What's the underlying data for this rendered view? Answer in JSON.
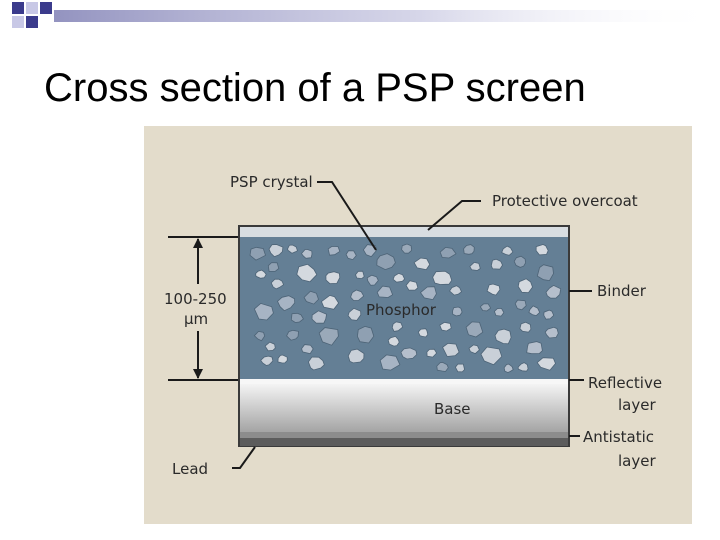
{
  "slide": {
    "title": "Cross section of a PSP screen"
  },
  "diagram": {
    "labels": {
      "psp_crystal": "PSP crystal",
      "protective_overcoat": "Protective overcoat",
      "thickness_value": "100-250",
      "thickness_unit": "μm",
      "binder": "Binder",
      "phosphor": "Phosphor",
      "reflective_layer_line1": "Reflective",
      "reflective_layer_line2": "layer",
      "base": "Base",
      "antistatic_layer_line1": "Antistatic",
      "antistatic_layer_line2": "layer",
      "lead": "Lead"
    }
  },
  "colors": {
    "figure_background": "#e3dccb",
    "phosphor_layer": "#647f95",
    "crystal": "#a7b4c4",
    "base_gradient_top": "#f4f4f4",
    "base_gradient_bottom": "#a4a4a4",
    "antistatic_layer": "#8c8c8c",
    "lead_layer": "#5c5c5c",
    "accent_square_dark": "#3b3b8c",
    "accent_square_light": "#c8c8e6"
  }
}
